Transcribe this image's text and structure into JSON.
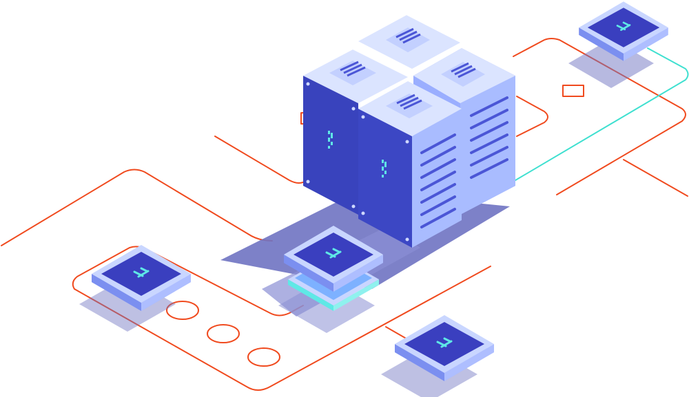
{
  "illustration": {
    "kind": "isometric-server-rack-network",
    "colors": {
      "circuit_line": "#f04a1e",
      "accent_line": "#3fe0d0",
      "chip_face": "#3a3fbf",
      "chip_border": "#c9d6ff",
      "chip_side": "#8fa5ff",
      "chip_glow": "#5fe8e6",
      "server_front": "#3c47c4",
      "server_side": "#a9bcff",
      "server_top": "#dbe4ff",
      "vent": "#4b56d6",
      "shadow": "#6f73c2",
      "led": "#5fe8e6"
    },
    "servers": [
      {
        "name": "server-back-left"
      },
      {
        "name": "server-back-right"
      },
      {
        "name": "server-front-left"
      },
      {
        "name": "server-front-right"
      }
    ],
    "chips": [
      {
        "name": "chip-top-right",
        "icon": "network-node-icon"
      },
      {
        "name": "chip-left",
        "icon": "network-node-icon"
      },
      {
        "name": "chip-center",
        "icon": "network-node-icon",
        "glowing": true
      },
      {
        "name": "chip-bottom",
        "icon": "network-node-icon"
      }
    ]
  }
}
